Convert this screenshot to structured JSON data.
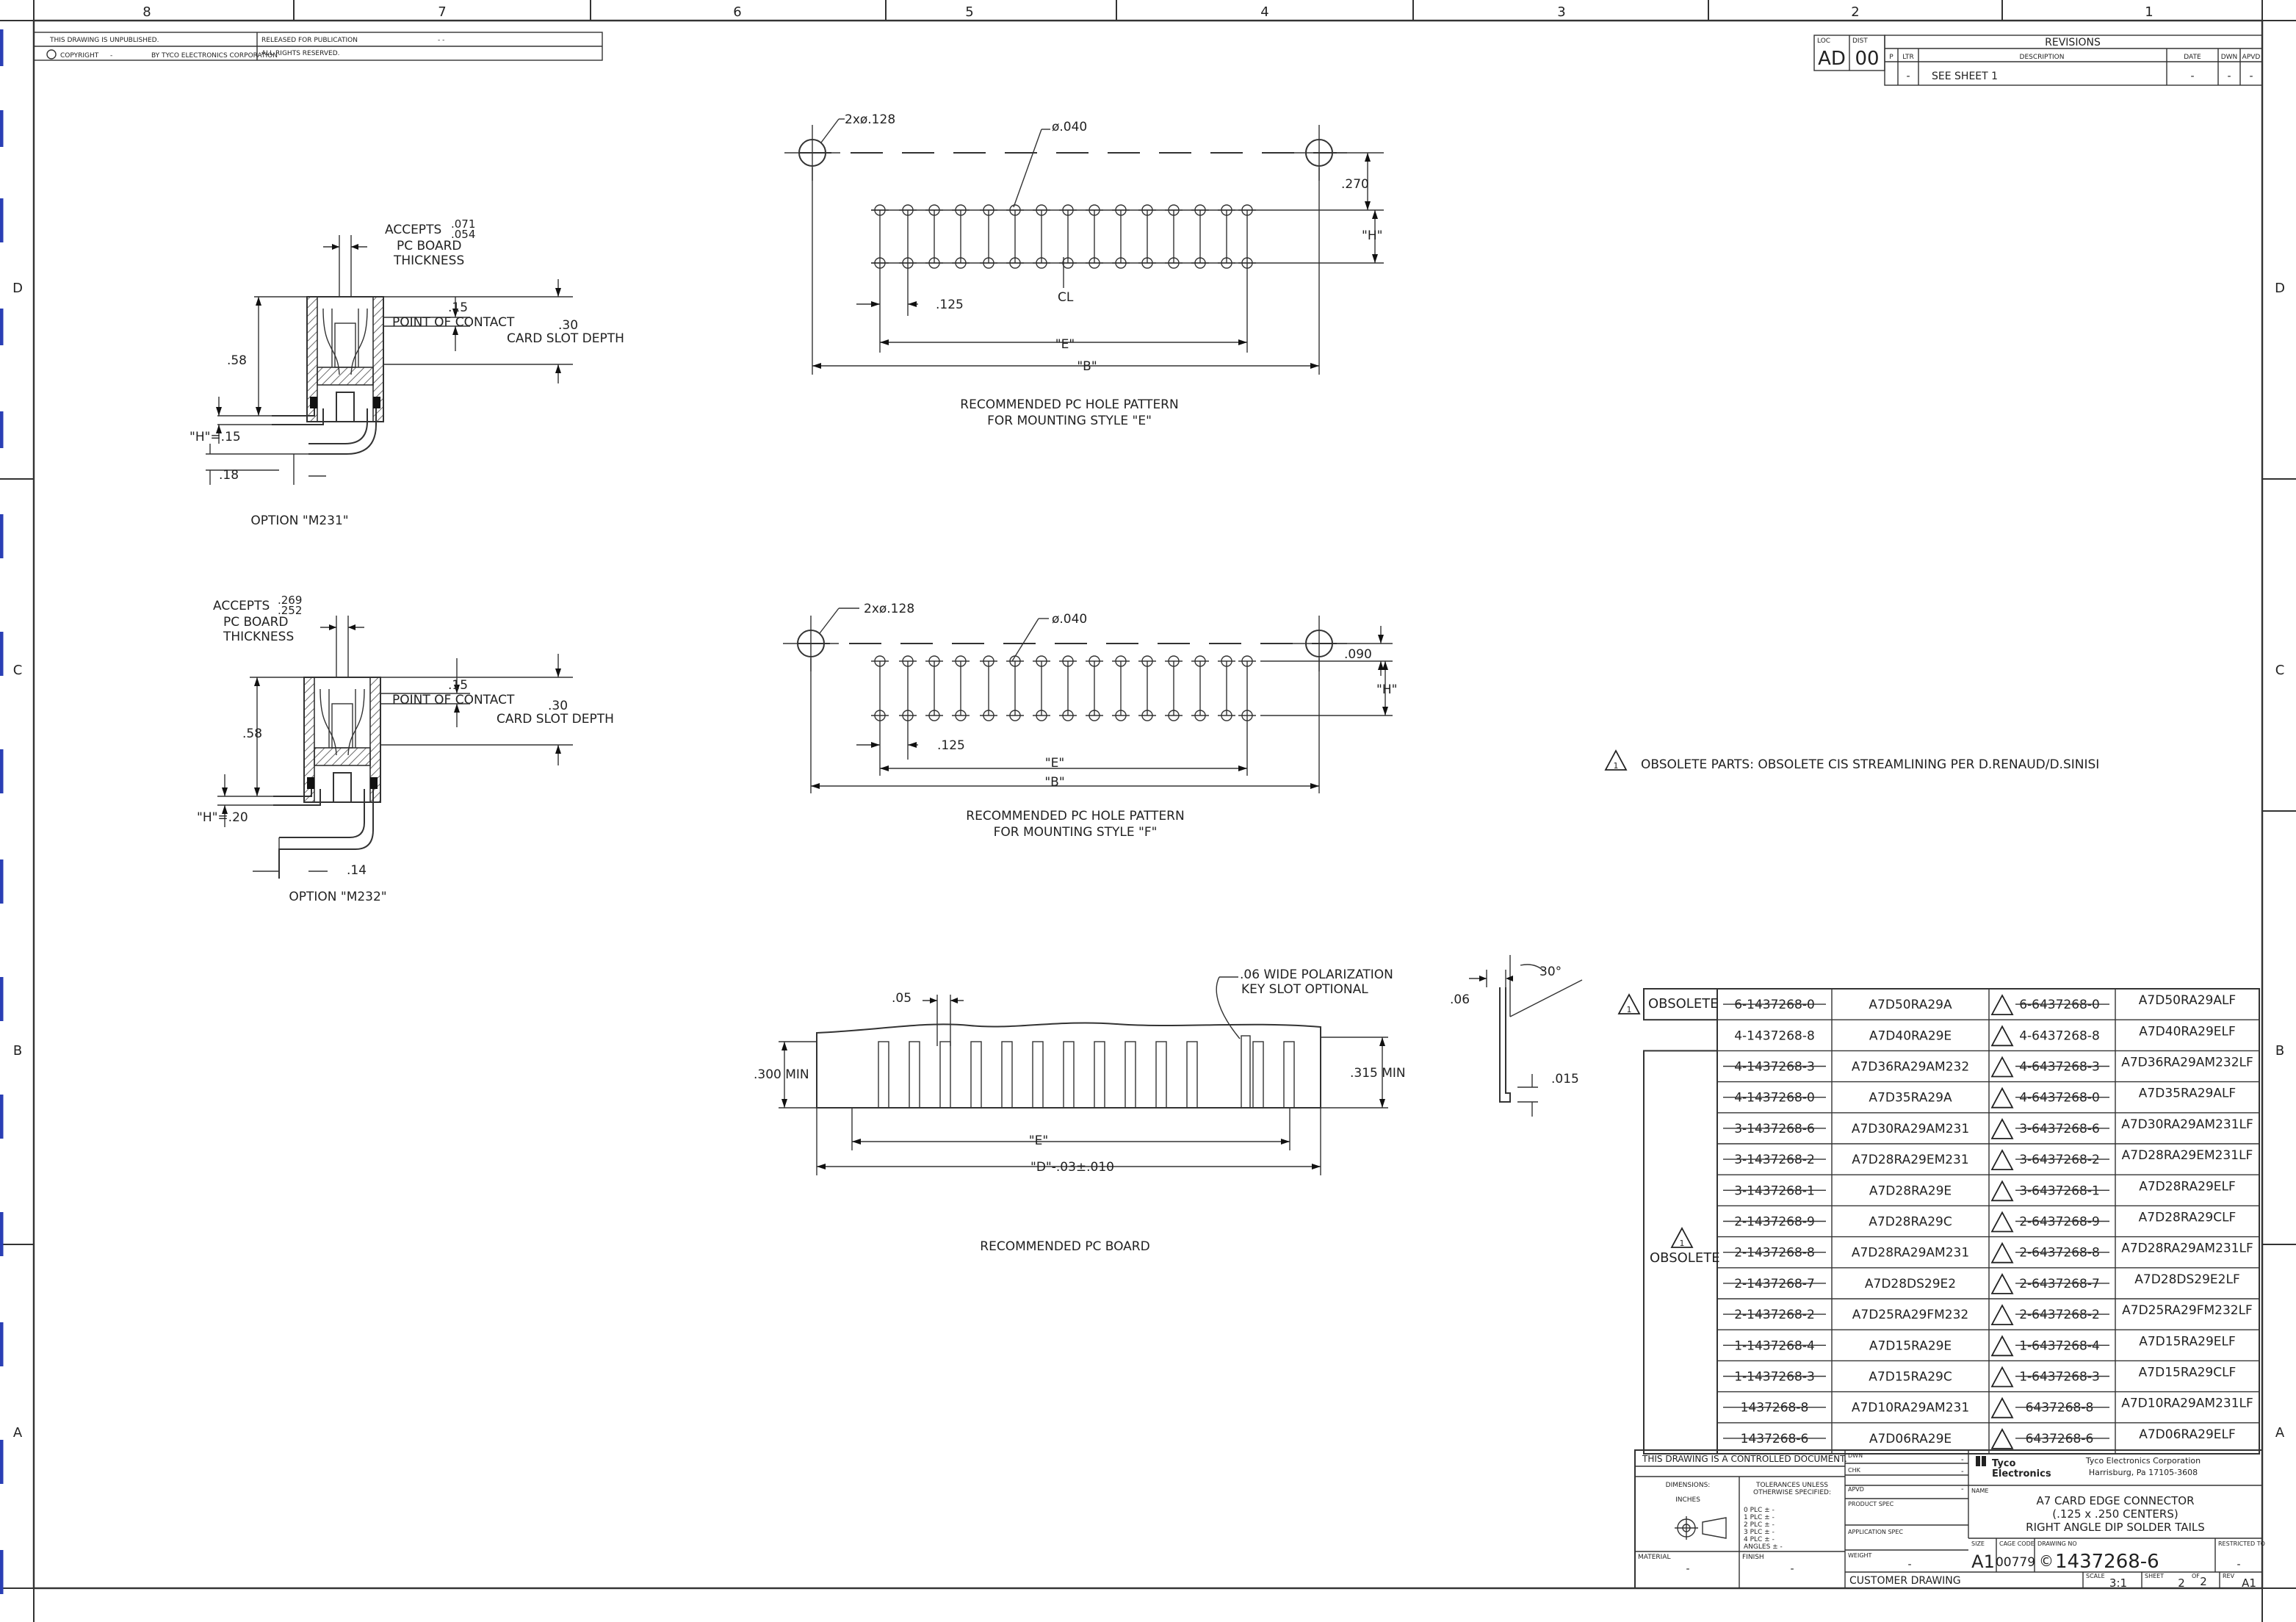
{
  "border": {
    "zones_top": [
      "8",
      "7",
      "6",
      "5",
      "4",
      "3",
      "2",
      "1"
    ],
    "zones_side": [
      "D",
      "C",
      "B",
      "A"
    ]
  },
  "top_left_block": {
    "unpublished": "THIS DRAWING IS UNPUBLISHED.",
    "released": "RELEASED FOR PUBLICATION",
    "released_value": "- -",
    "copyright": "COPYRIGHT",
    "copyright_dash": "-",
    "copyright_by": "BY TYCO ELECTRONICS CORPORATION",
    "rights": "ALL RIGHTS RESERVED."
  },
  "revisions": {
    "loc_label": "LOC",
    "dist_label": "DIST",
    "loc": "AD",
    "dist": "00",
    "title": "REVISIONS",
    "col_p": "P",
    "col_ltr": "LTR",
    "col_desc": "DESCRIPTION",
    "col_date": "DATE",
    "col_dwn": "DWN",
    "col_apvd": "APVD",
    "row_ltr": "-",
    "row_desc": "SEE SHEET 1",
    "row_date": "-",
    "row_dwn": "-",
    "row_apvd": "-"
  },
  "view_m231": {
    "accepts": "ACCEPTS",
    "tol_upper": ".071",
    "tol_lower": ".054",
    "pc_board": "PC BOARD",
    "thickness": "THICKNESS",
    "contact_dim": ".15",
    "point_of_contact": "POINT OF CONTACT",
    "slot_dim": ".30",
    "card_slot_depth": "CARD SLOT DEPTH",
    "height_dim": ".58",
    "h_value": "\"H\"=.15",
    "tail_dim": ".18",
    "caption": "OPTION \"M231\""
  },
  "view_m232": {
    "accepts": "ACCEPTS",
    "tol_upper": ".269",
    "tol_lower": ".252",
    "pc_board": "PC BOARD",
    "thickness": "THICKNESS",
    "contact_dim": ".15",
    "point_of_contact": "POINT OF CONTACT",
    "slot_dim": ".30",
    "card_slot_depth": "CARD SLOT DEPTH",
    "height_dim": ".58",
    "h_value": "\"H\"=.20",
    "tail_dim": ".14",
    "caption": "OPTION \"M232\""
  },
  "pattern_e": {
    "mount_holes": "2xø.128",
    "pin_hole": "ø.040",
    "row_offset": ".270",
    "h_label": "\"H\"",
    "pitch": ".125",
    "cl": "CL",
    "e_label": "\"E\"",
    "b_label": "\"B\"",
    "caption1": "RECOMMENDED PC HOLE PATTERN",
    "caption2": "FOR MOUNTING STYLE \"E\""
  },
  "pattern_f": {
    "mount_holes": "2xø.128",
    "pin_hole": "ø.040",
    "row_offset": ".090",
    "h_label": "\"H\"",
    "pitch": ".125",
    "e_label": "\"E\"",
    "b_label": "\"B\"",
    "caption1": "RECOMMENDED PC HOLE PATTERN",
    "caption2": "FOR MOUNTING STYLE \"F\""
  },
  "pc_board": {
    "width_05": ".05",
    "key_slot_1": ".06 WIDE POLARIZATION",
    "key_slot_2": "KEY SLOT OPTIONAL",
    "min_left": ".300 MIN",
    "min_right": ".315 MIN",
    "e_label": "\"E\"",
    "d_label": "\"D\"-.03±.010",
    "caption": "RECOMMENDED PC BOARD",
    "chamfer_angle": "30°",
    "chamfer_06": ".06",
    "chamfer_015": ".015"
  },
  "obsolete_note": {
    "marker": "1",
    "text": "OBSOLETE PARTS: OBSOLETE CIS STREAMLINING PER D.RENAUD/D.SINISI"
  },
  "parts_table": {
    "obsolete_label": "OBSOLETE",
    "marker": "1",
    "rows": [
      {
        "pn": "6-1437268-0",
        "desc": "A7D50RA29A",
        "lf_pn": "6-6437268-0",
        "lf_desc": "A7D50RA29ALF",
        "struck": true
      },
      {
        "pn": "4-1437268-8",
        "desc": "A7D40RA29E",
        "lf_pn": "4-6437268-8",
        "lf_desc": "A7D40RA29ELF",
        "struck": false
      },
      {
        "pn": "4-1437268-3",
        "desc": "A7D36RA29AM232",
        "lf_pn": "4-6437268-3",
        "lf_desc": "A7D36RA29AM232LF",
        "struck": true
      },
      {
        "pn": "4-1437268-0",
        "desc": "A7D35RA29A",
        "lf_pn": "4-6437268-0",
        "lf_desc": "A7D35RA29ALF",
        "struck": true
      },
      {
        "pn": "3-1437268-6",
        "desc": "A7D30RA29AM231",
        "lf_pn": "3-6437268-6",
        "lf_desc": "A7D30RA29AM231LF",
        "struck": true
      },
      {
        "pn": "3-1437268-2",
        "desc": "A7D28RA29EM231",
        "lf_pn": "3-6437268-2",
        "lf_desc": "A7D28RA29EM231LF",
        "struck": true
      },
      {
        "pn": "3-1437268-1",
        "desc": "A7D28RA29E",
        "lf_pn": "3-6437268-1",
        "lf_desc": "A7D28RA29ELF",
        "struck": true
      },
      {
        "pn": "2-1437268-9",
        "desc": "A7D28RA29C",
        "lf_pn": "2-6437268-9",
        "lf_desc": "A7D28RA29CLF",
        "struck": true
      },
      {
        "pn": "2-1437268-8",
        "desc": "A7D28RA29AM231",
        "lf_pn": "2-6437268-8",
        "lf_desc": "A7D28RA29AM231LF",
        "struck": true
      },
      {
        "pn": "2-1437268-7",
        "desc": "A7D28DS29E2",
        "lf_pn": "2-6437268-7",
        "lf_desc": "A7D28DS29E2LF",
        "struck": true
      },
      {
        "pn": "2-1437268-2",
        "desc": "A7D25RA29FM232",
        "lf_pn": "2-6437268-2",
        "lf_desc": "A7D25RA29FM232LF",
        "struck": true
      },
      {
        "pn": "1-1437268-4",
        "desc": "A7D15RA29E",
        "lf_pn": "1-6437268-4",
        "lf_desc": "A7D15RA29ELF",
        "struck": true
      },
      {
        "pn": "1-1437268-3",
        "desc": "A7D15RA29C",
        "lf_pn": "1-6437268-3",
        "lf_desc": "A7D15RA29CLF",
        "struck": true
      },
      {
        "pn": "1437268-8",
        "desc": "A7D10RA29AM231",
        "lf_pn": "6437268-8",
        "lf_desc": "A7D10RA29AM231LF",
        "struck": true
      },
      {
        "pn": "1437268-6",
        "desc": "A7D06RA29E",
        "lf_pn": "6437268-6",
        "lf_desc": "A7D06RA29ELF",
        "struck": true
      }
    ]
  },
  "title_block": {
    "controlled": "THIS DRAWING IS A CONTROLLED DOCUMENT.",
    "dimensions": "DIMENSIONS:",
    "inches": "INCHES",
    "tolerances1": "TOLERANCES UNLESS",
    "tolerances2": "OTHERWISE SPECIFIED:",
    "tol_lines": [
      "0 PLC ± -",
      "1 PLC ± -",
      "2 PLC ± -",
      "3 PLC ± -",
      "4 PLC ± -",
      "ANGLES ± -"
    ],
    "material": "MATERIAL",
    "material_val": "-",
    "finish": "FINISH",
    "finish_val": "-",
    "dwn": "DWN",
    "chk": "CHK",
    "apvd": "APVD",
    "dash": "-",
    "product_spec": "PRODUCT SPEC",
    "application_spec": "APPLICATION SPEC",
    "weight": "WEIGHT",
    "weight_val": "-",
    "company1": "Tyco",
    "company2": "Electronics",
    "corp": "Tyco Electronics Corporation",
    "city": "Harrisburg, Pa 17105-3608",
    "name_label": "NAME",
    "name1": "A7 CARD EDGE CONNECTOR",
    "name2": "(.125 x .250 CENTERS)",
    "name3": "RIGHT ANGLE DIP SOLDER TAILS",
    "size_label": "SIZE",
    "size": "A1",
    "cage_label": "CAGE CODE",
    "cage": "00779",
    "dwg_label": "DRAWING NO",
    "dwg_no": "1437268-6",
    "restricted_label": "RESTRICTED TO",
    "restricted": "-",
    "customer": "CUSTOMER DRAWING",
    "scale_label": "SCALE",
    "scale": "3:1",
    "sheet_label": "SHEET",
    "sheet": "2",
    "of_label": "OF",
    "of": "2",
    "rev_label": "REV",
    "rev": "A1"
  }
}
